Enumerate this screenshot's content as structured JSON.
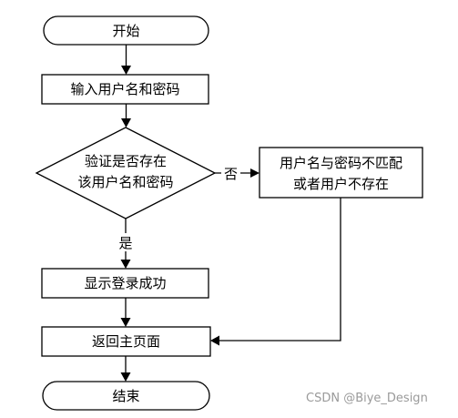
{
  "flowchart": {
    "nodes": {
      "start": "开始",
      "input": "输入用户名和密码",
      "decision_line1": "验证是否存在",
      "decision_line2": "该用户名和密码",
      "error_line1": "用户名与密码不匹配",
      "error_line2": "或者用户不存在",
      "success": "显示登录成功",
      "return": "返回主页面",
      "end": "结束"
    },
    "edges": {
      "no_label": "否",
      "yes_label": "是"
    }
  },
  "watermark": "CSDN @Biye_Design"
}
